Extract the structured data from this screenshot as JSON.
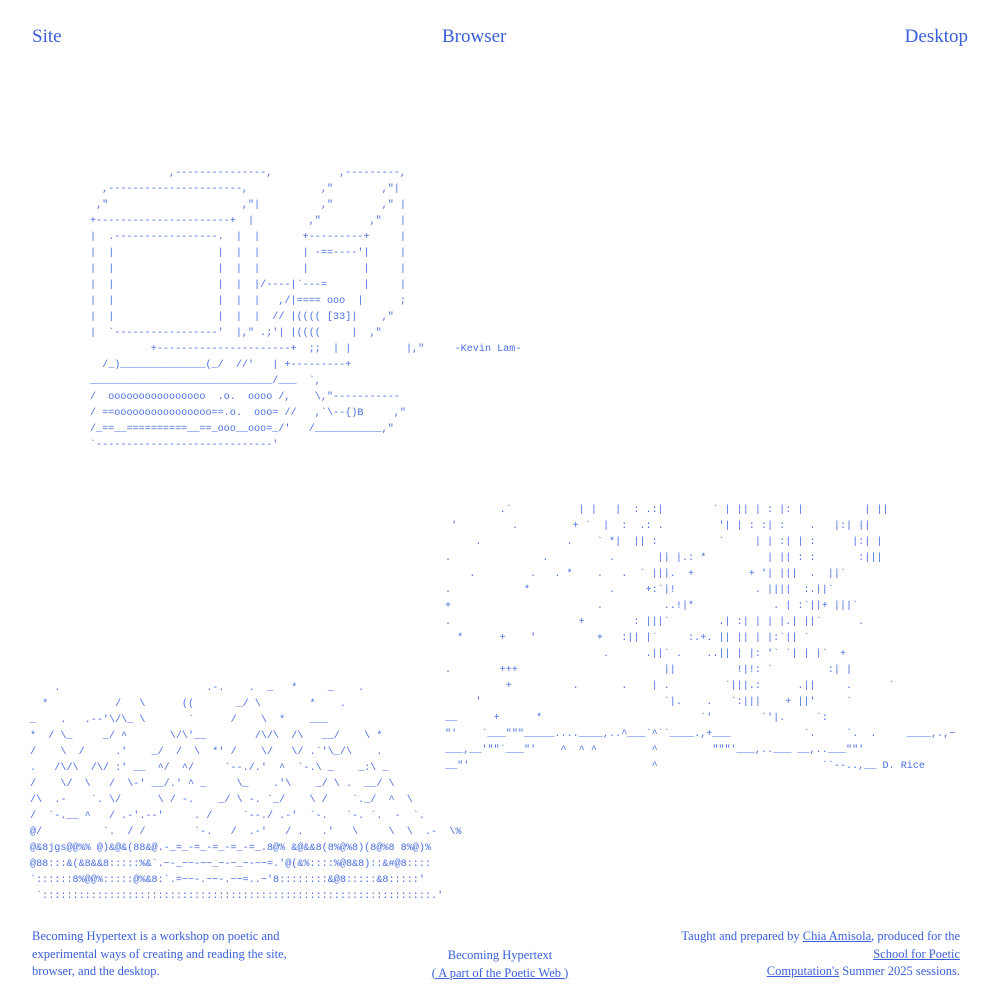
{
  "nav": {
    "site": "Site",
    "browser": "Browser",
    "desktop": "Desktop"
  },
  "art": {
    "computer": [
      "             ,---------------,           ,---------,",
      "  ,----------------------,            ,\"        ,\"|",
      " ,\"                      ,\"|          ,\"        ,\" |",
      "+----------------------+  |         ,\"        ,\"   |",
      "|  .-----------------.  |  |       +---------+     |",
      "|  |                 |  |  |       | -==----'|     |",
      "|  |                 |  |  |       |         |     |",
      "|  |                 |  |  |/----|`---=      |     |",
      "|  |                 |  |  |   ,/|==== ooo  |      ;",
      "|  |                 |  |  |  // |(((( [33]|    ,\"",
      "|  `-----------------'  |,\" .;'| |((((     |  ,\"",
      "          +----------------------+  ;;  | |         |,\"     -Kevin Lam-",
      "  /_)______________(_/  //'   | +---------+",
      "______________________________/___  `,",
      "/  oooooooooooooooo  .o.  oooo /,    \\,\"-----------",
      "/ ==oooooooooooooooo==.o.  ooo= //   ,`\\--{)B     ,\"",
      "/_==__==========__==_ooo__ooo=_/'   /___________,\"",
      "`-----------------------------'"
    ],
    "mountains": [
      "    .                        .-.    .  _   *     _    .",
      "  *           /   \\      ((       _/ \\        *    .",
      "_    .   .--'\\/\\_ \\       `      /    \\  *    ___",
      "*  / \\_     _/ ^       \\/\\'__        /\\/\\  /\\   __/    \\ *",
      "/    \\  /     .'    _/  /  \\  *' /    \\/   \\/ .`'\\_/\\    .",
      ".   /\\/\\  /\\/ :' __  ^/  ^/     `--./.'  ^  `-.\\ _    _:\\ _",
      "/    \\/  \\   /  \\-' __/.' ^ _     \\_    .'\\    _/ \\ .  __/ \\",
      "/\\  .-    `. \\/      \\ / -.    _/ \\ -. `_/    \\ /    `._/  ^  \\",
      "/  `-.__ ^   / .-'.--'     . /     `--./ .-'  `-.   `-. `.  -  `.",
      "@/          `.  / /        `-.   /  .-'   / .   .'   \\     \\  \\  .-  \\%",
      "@&8jgs@@%% @)&@&(88&@.-_=_-=_-=_-=_-=_.8@% &@&&8(8%@%8)(8@%8 8%@)%",
      "@88:::&(&8&&8:::::%&`.~-_~~-~~_~-~_~-~~=.'@(&%::::%@8&8)::&#@8::::",
      "`::::::8%@@%:::::@%&8:`.=~~-.~~-.~~=..~'8::::::::&@8:::::&8:::::'",
      " `::::::::::::::::::::::::::::::::::::::::::::::::::::::::::::::::.'"
    ],
    "sky": [
      "         .`           | |   |  : .:|        ` | || | : |: |          | ||",
      " '         .         + `  |  :  .: .         '| | : :| :    .   |:| ||",
      "     .              .    ` *|  || :          `     | | :| | :      |:| |",
      ".               .          .       || |.: *          | || : :       :|||",
      "    .         .   . *    .   .  ` |||.  +         + '| |||  .  ||`",
      ".            *             .     +:`|!             . ||||  :.||`",
      "+                        .          ..!|*             . | :`||+ |||`",
      ".                     +        : |||`        .| :| | | |.| ||`      .",
      "  *      +    '          +   :|| |`     :.+. || || | |:`|| `",
      "                          .      .||` .    ..|| | |: '` `| | |`  +",
      ".        +++                        ||          !|!: `         :| |",
      "          +          .       .    | .         `|||.:      .||     .      `",
      "     '                              `|.    .   `:|||    + ||'     `",
      "__      +      *                          `'        `'|.     `:",
      "\"'    `___\"\"\"_____....____,..^___`^``____.,+___            `.     `.  .     ____,.,~",
      "___,__'\"\"`___\"'    ^  ^ ^         ^         \"\"\"'___,..___ __,..___\"\"'",
      "__\"'                              ^                           ``--..,__ D. Rice"
    ]
  },
  "footer": {
    "left": "Becoming Hypertext is a workshop on poetic and experimental ways of creating and reading the site, browser, and the desktop.",
    "center_title": "Becoming Hypertext",
    "center_link": "( A part of the Poetic Web )",
    "right_prefix": "Taught and prepared by ",
    "right_link1": "Chia Amisola",
    "right_mid": ", produced for the ",
    "right_link2": "School for Poetic Computation's",
    "right_suffix": " Summer 2025 sessions."
  },
  "colors": {
    "accent": "#3a5fd9"
  }
}
